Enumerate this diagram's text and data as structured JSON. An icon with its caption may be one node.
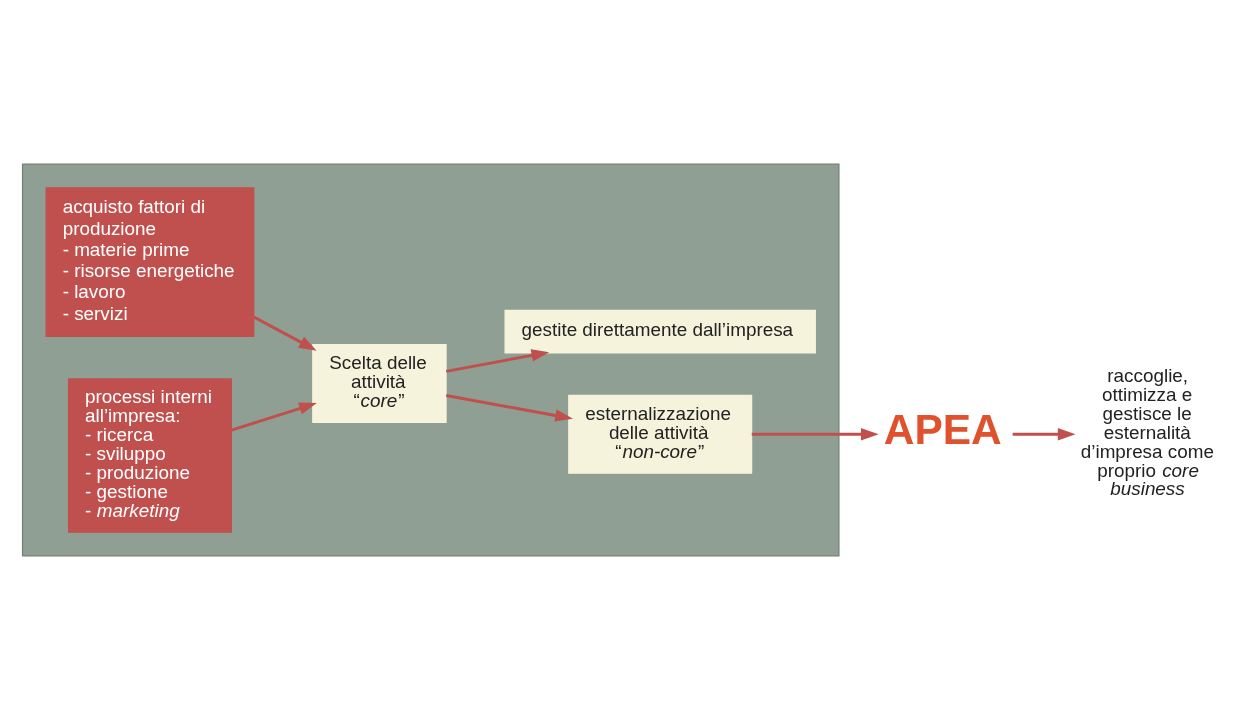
{
  "diagram": {
    "nodes": [
      {
        "text": [],
        "shape": "box"
      },
      {
        "text": [
          "acquisto fattori di produzione",
          "- materie prime",
          "- risorse energetiche",
          "- lavoro",
          "- servizi"
        ],
        "in": 0
      },
      {
        "text": [
          "processi interni all’impresa:",
          "- ricerca",
          "- sviluppo",
          "- produzione",
          "- gestione",
          "- *marketing*"
        ],
        "in": 0
      },
      {
        "text": [
          "Scelta delle attività “*core*”"
        ],
        "in": 0
      },
      {
        "text": [
          "esternalizzazione delle attività “*non-core*”"
        ],
        "in": 0
      },
      {
        "text": [
          "gestite direttamente dall’impresa"
        ],
        "in": 0
      },
      {
        "text": [
          "APEA"
        ]
      },
      {
        "text": [
          "raccoglie, ottimizza e gestisce le esternalità d’impresa come proprio *core business*"
        ]
      }
    ],
    "edges": [
      {
        "from": 1,
        "to": 3,
        "arrow": "to"
      },
      {
        "from": 2,
        "to": 3,
        "arrow": "to"
      },
      {
        "from": 3,
        "to": 4,
        "arrow": "to"
      },
      {
        "from": 3,
        "to": 5,
        "arrow": "to"
      },
      {
        "from": 4,
        "to": 6,
        "arrow": "to"
      },
      {
        "from": 6,
        "to": 7,
        "arrow": "to"
      }
    ]
  }
}
